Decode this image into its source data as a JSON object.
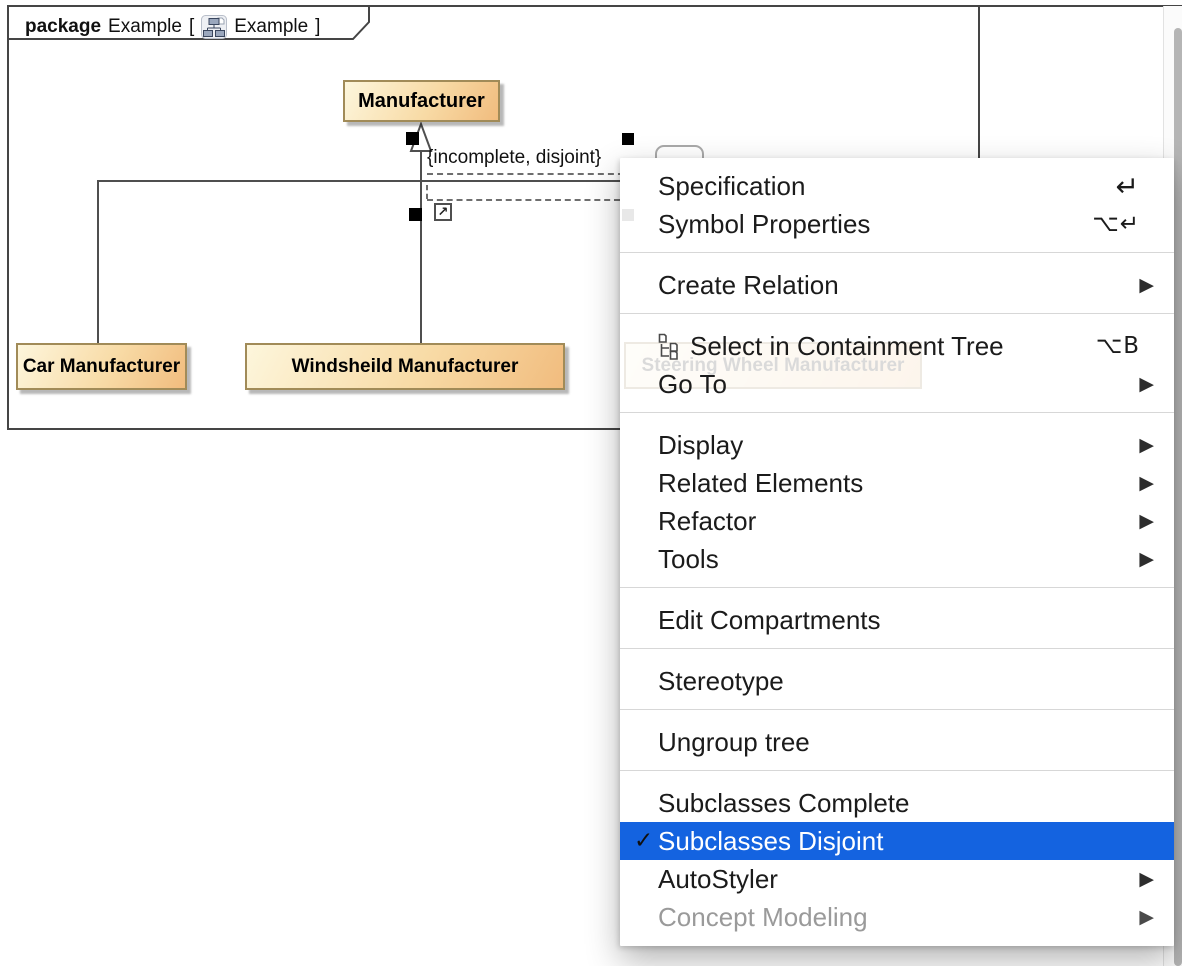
{
  "diagram_frame": {
    "keyword": "package",
    "package_name": "Example",
    "open_bracket": "[",
    "diagram_name": "Example",
    "close_bracket": "]"
  },
  "diagram": {
    "classes": [
      {
        "name": "Manufacturer"
      },
      {
        "name": "Car Manufacturer"
      },
      {
        "name": "Windsheild Manufacturer"
      },
      {
        "name": "Steering Wheel Manufacturer"
      }
    ],
    "generalization_constraint": "{incomplete, disjoint}",
    "link_icon": "↗"
  },
  "context_menu": {
    "submenu_arrow": "▶",
    "highlight_color": "#1463e0",
    "items": [
      {
        "label": "Specification",
        "shortcut": "↵"
      },
      {
        "label": "Symbol Properties",
        "shortcut": "⌥↵"
      },
      {
        "label": "Create Relation",
        "submenu": true
      },
      {
        "label": "Select in Containment Tree",
        "icon": "containment-tree-icon",
        "shortcut": "⌥B"
      },
      {
        "label": "Go To",
        "submenu": true
      },
      {
        "label": "Display",
        "submenu": true
      },
      {
        "label": "Related Elements",
        "submenu": true
      },
      {
        "label": "Refactor",
        "submenu": true
      },
      {
        "label": "Tools",
        "submenu": true
      },
      {
        "label": "Edit Compartments"
      },
      {
        "label": "Stereotype"
      },
      {
        "label": "Ungroup tree"
      },
      {
        "label": "Subclasses Complete"
      },
      {
        "label": "Subclasses Disjoint",
        "checked": true,
        "highlighted": true,
        "checkmark": "✓"
      },
      {
        "label": "AutoStyler",
        "submenu": true
      },
      {
        "label": "Concept Modeling",
        "submenu": true,
        "disabled": true
      }
    ]
  },
  "colors": {
    "class_fill_start": "#fdf6dc",
    "class_fill_end": "#f1bc7e",
    "class_border": "#a18b58",
    "menu_highlight": "#1463e0",
    "disabled_text": "#9a9a9a"
  }
}
